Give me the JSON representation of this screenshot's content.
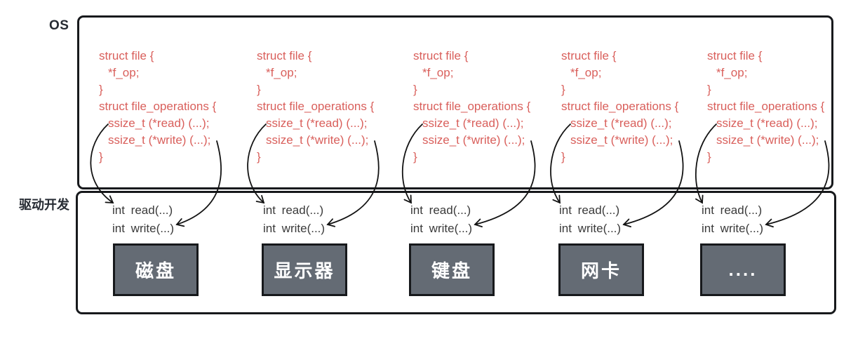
{
  "os": {
    "label": "OS",
    "code_lines": [
      "struct file {",
      "*f_op;",
      "}",
      "struct file_operations {",
      "ssize_t (*read) (...);",
      "ssize_t (*write) (...);",
      "}"
    ],
    "column_count": 5
  },
  "driver": {
    "label": "驱动开发",
    "functions": [
      "int read(...)",
      "int write(...)"
    ],
    "devices": [
      "磁盘",
      "显示器",
      "键盘",
      "网卡",
      "...."
    ]
  },
  "colors": {
    "code_text": "#d95f5b",
    "device_fill": "#646b74",
    "box_border": "#17191c",
    "arrow": "#131313",
    "label_text": "#262b33"
  }
}
